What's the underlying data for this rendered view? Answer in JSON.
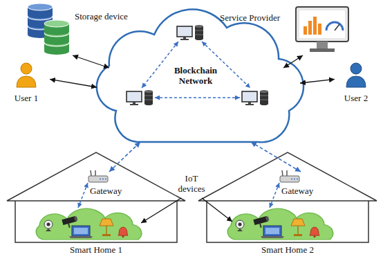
{
  "diagram": {
    "nodes": [
      {
        "text": [
          "Storage device"
        ]
      },
      {
        "text": [
          "Service Provider"
        ]
      },
      {
        "text": [
          "User 1"
        ]
      },
      {
        "text": [
          "Blockchain Network"
        ]
      },
      {
        "text": [
          "User 2"
        ]
      },
      {
        "text": [
          "Smart Home 1"
        ]
      },
      {
        "text": [
          "Gateway"
        ],
        "in": 5
      },
      {
        "text": [
          "Smart Home 2"
        ]
      },
      {
        "text": [
          "Gateway"
        ],
        "in": 7
      }
    ],
    "edges": [
      {
        "from": 0,
        "to": 3,
        "arrow": "both"
      },
      {
        "from": 1,
        "to": 3,
        "arrow": "both"
      },
      {
        "from": 2,
        "to": 3,
        "arrow": "both"
      },
      {
        "from": 4,
        "to": 3,
        "arrow": "both"
      },
      {
        "from": 6,
        "to": 3,
        "arrow": "both"
      },
      {
        "from": 8,
        "to": 3,
        "arrow": "both"
      }
    ],
    "labels": [
      "IoT devices"
    ]
  }
}
